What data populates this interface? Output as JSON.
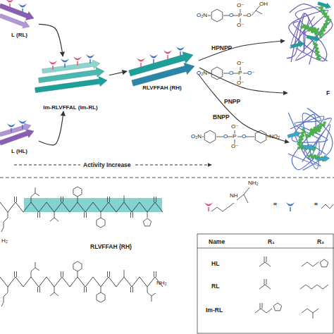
{
  "diagram": {
    "nodes": [
      {
        "text": [
          "L (RL)"
        ]
      },
      {
        "text": [
          "Im-RLVFFAL (Im-RL)"
        ]
      },
      {
        "text": [
          "L (HL)"
        ]
      },
      {
        "text": [
          "RLVFFAH (RH)"
        ]
      }
    ],
    "edges": [
      {
        "from": 0,
        "to": 1,
        "arrow": "to"
      },
      {
        "from": 2,
        "to": 1,
        "arrow": "to"
      },
      {
        "from": 1,
        "to": 3,
        "arrow": "to"
      }
    ],
    "labels": [
      "HPNPP",
      "PNPP",
      "BNPP",
      "F",
      "O₂N",
      "O",
      "P",
      "O⁻",
      "O⁻",
      "O",
      "OH",
      "O₂N",
      "O",
      "P",
      "O⁻",
      "O⁻",
      "O⁻",
      "O₂N",
      "O",
      "P",
      "O⁻",
      "O⁻",
      "O",
      "NO₂",
      "Activity Increase",
      "RLVFFAH (RH)",
      "H₂",
      "NH₂",
      "NH₂",
      "NH",
      "=",
      "=",
      "Name",
      "R₁",
      "R₂",
      "HL",
      "RL",
      "Im-RL"
    ]
  }
}
